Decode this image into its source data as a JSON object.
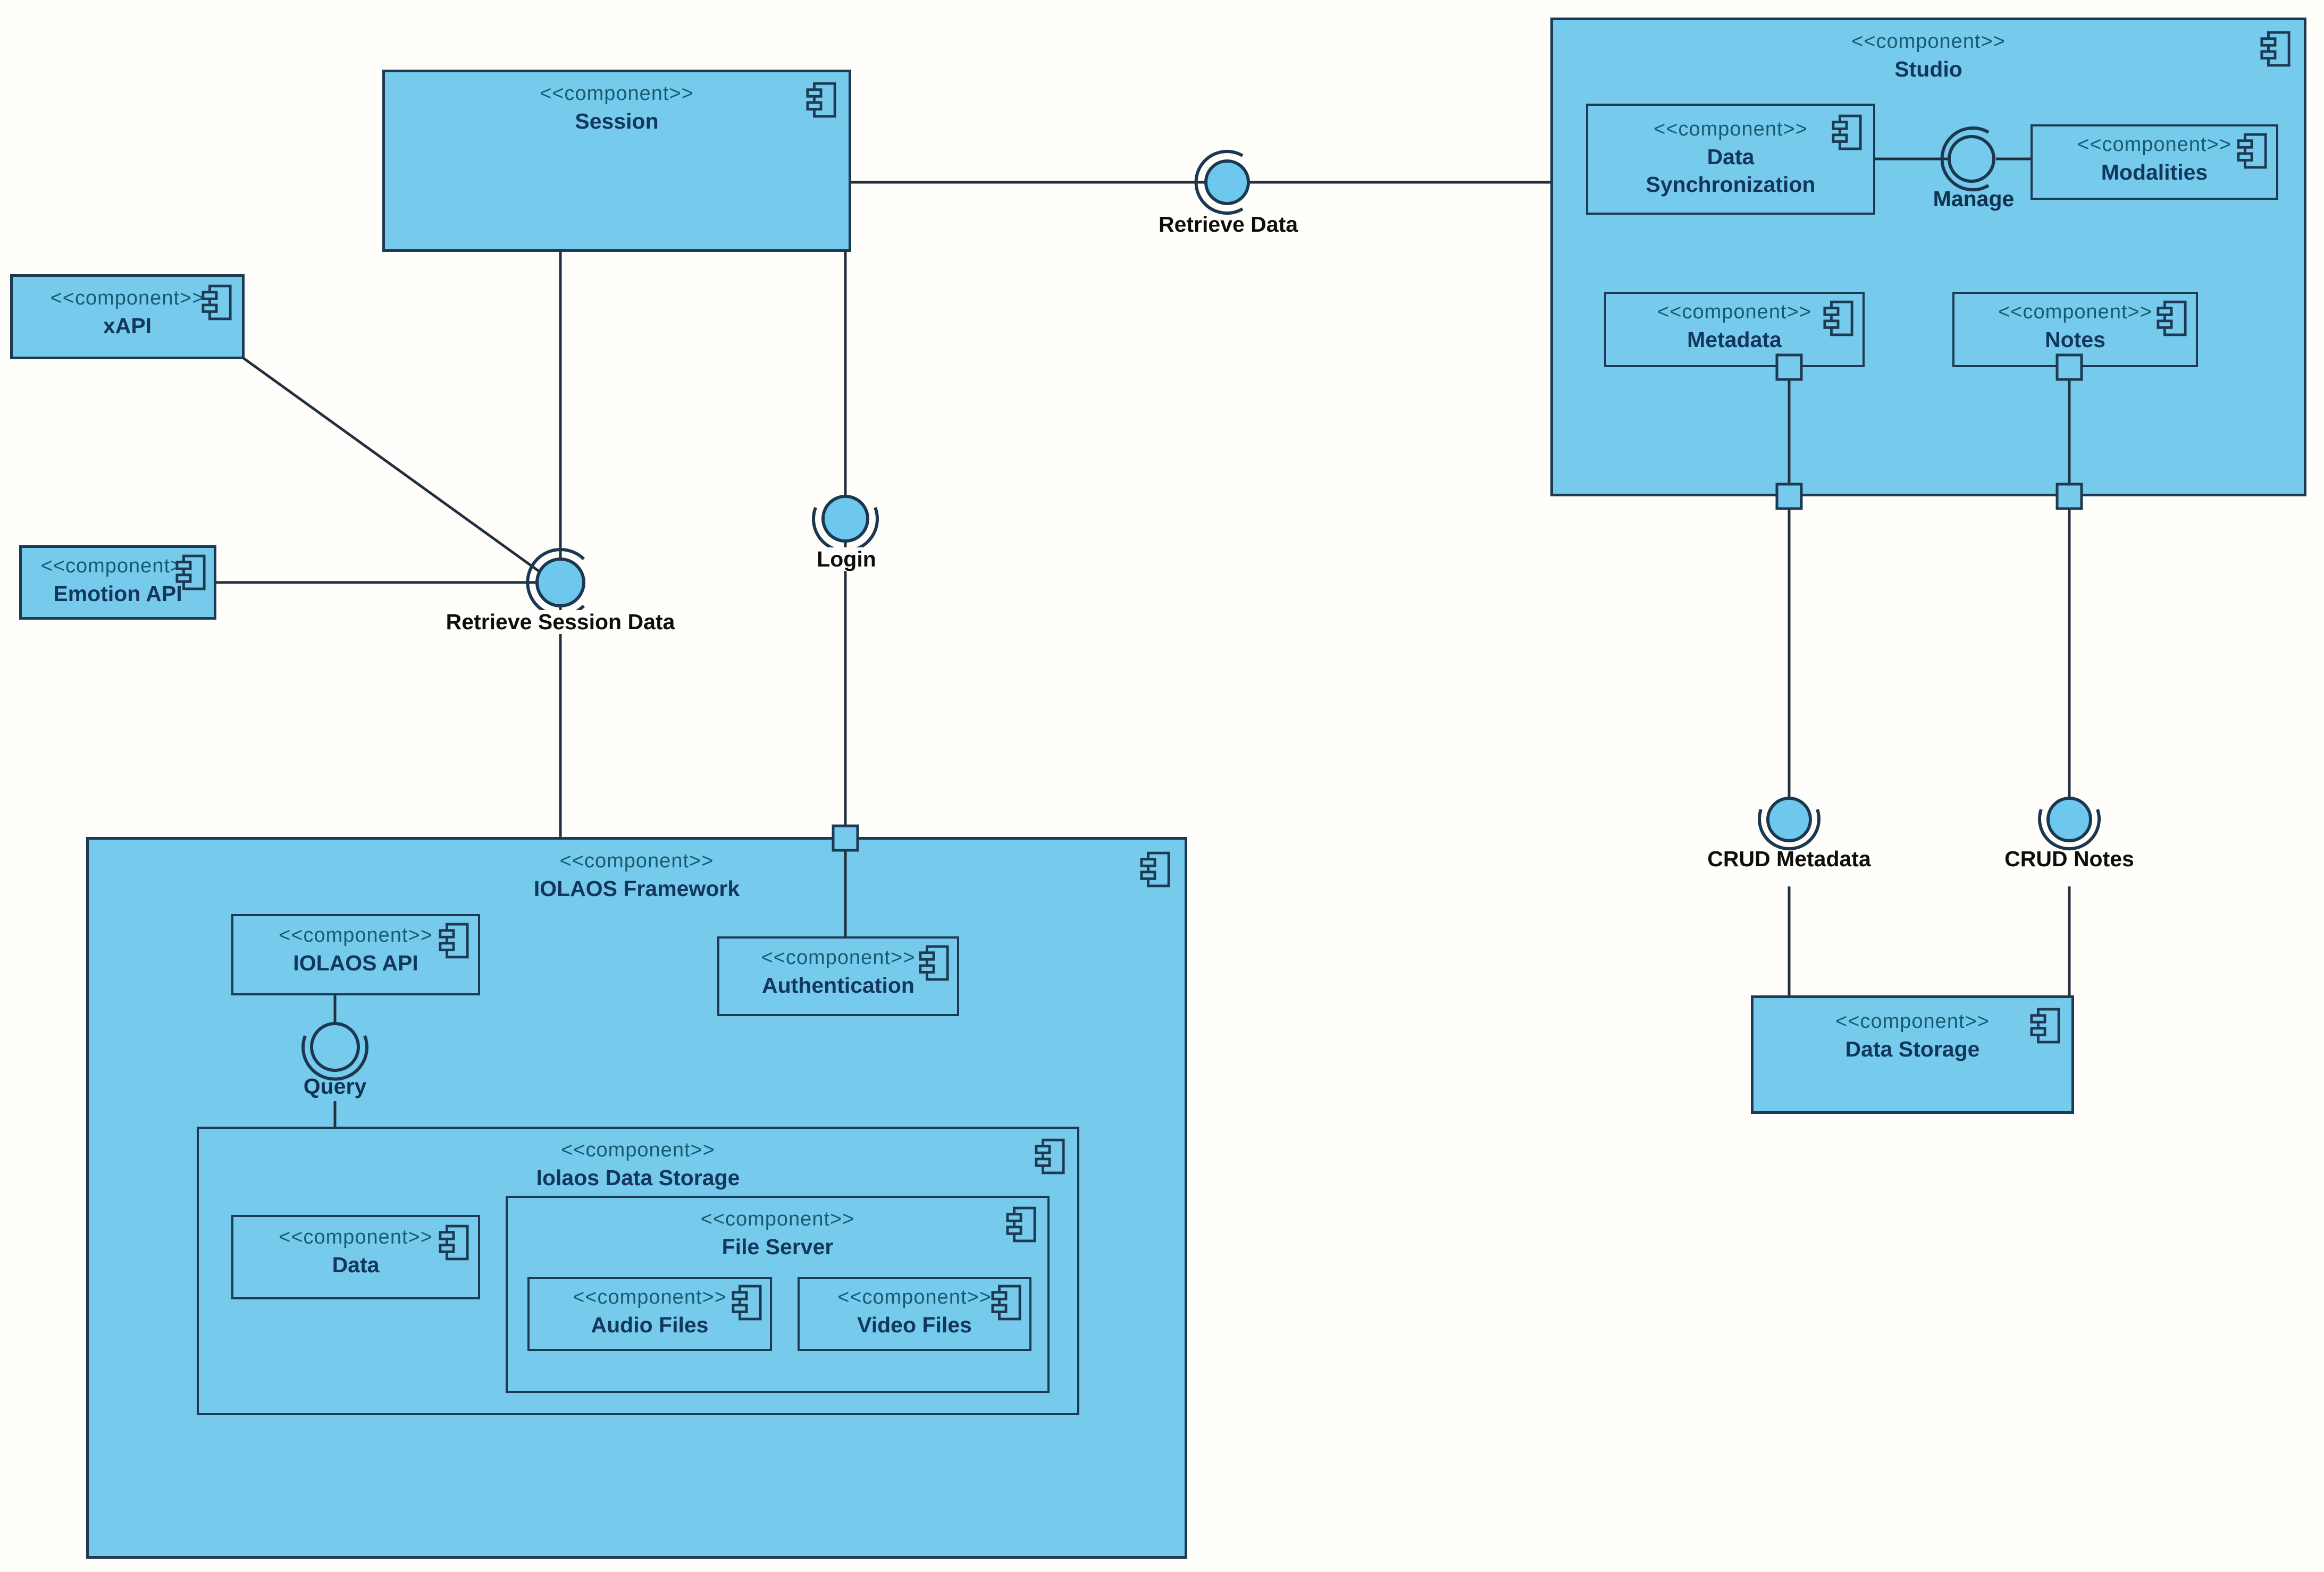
{
  "diagram": {
    "type": "uml-component-diagram",
    "colors": {
      "component_fill": "#76cbec",
      "component_border": "#1e3a52",
      "connector_line": "#22303d",
      "stereotype_text": "#175a72",
      "name_text": "#12365c",
      "interface_label_text": "#0d0d0d",
      "background": "#fffefb",
      "ball_fill": "#6ec8ee"
    }
  },
  "components": {
    "session": {
      "stereotype": "<<component>>",
      "name": "Session"
    },
    "xapi": {
      "stereotype": "<<component>>",
      "name": "xAPI"
    },
    "emotion_api": {
      "stereotype": "<<component>>",
      "name": "Emotion API"
    },
    "studio": {
      "stereotype": "<<component>>",
      "name": "Studio"
    },
    "data_synchronization": {
      "stereotype": "<<component>>",
      "name": "Data Synchronization"
    },
    "modalities": {
      "stereotype": "<<component>>",
      "name": "Modalities"
    },
    "metadata": {
      "stereotype": "<<component>>",
      "name": "Metadata"
    },
    "notes": {
      "stereotype": "<<component>>",
      "name": "Notes"
    },
    "iolaos_framework": {
      "stereotype": "<<component>>",
      "name": "IOLAOS Framework"
    },
    "iolaos_api": {
      "stereotype": "<<component>>",
      "name": "IOLAOS API"
    },
    "authentication": {
      "stereotype": "<<component>>",
      "name": "Authentication"
    },
    "iolaos_data_storage": {
      "stereotype": "<<component>>",
      "name": "Iolaos Data Storage"
    },
    "data": {
      "stereotype": "<<component>>",
      "name": "Data"
    },
    "file_server": {
      "stereotype": "<<component>>",
      "name": "File Server"
    },
    "audio_files": {
      "stereotype": "<<component>>",
      "name": "Audio Files"
    },
    "video_files": {
      "stereotype": "<<component>>",
      "name": "Video Files"
    },
    "data_storage": {
      "stereotype": "<<component>>",
      "name": "Data Storage"
    }
  },
  "interfaces": {
    "retrieve_data": {
      "label": "Retrieve Data",
      "kind": "ball-socket"
    },
    "login": {
      "label": "Login",
      "kind": "ball-socket"
    },
    "retrieve_session_data": {
      "label": "Retrieve Session Data",
      "kind": "ball-socket"
    },
    "manage": {
      "label": "Manage",
      "kind": "ball-socket"
    },
    "query": {
      "label": "Query",
      "kind": "ball-socket"
    },
    "crud_metadata": {
      "label": "CRUD Metadata",
      "kind": "ball-socket"
    },
    "crud_notes": {
      "label": "CRUD Notes",
      "kind": "ball-socket"
    }
  }
}
